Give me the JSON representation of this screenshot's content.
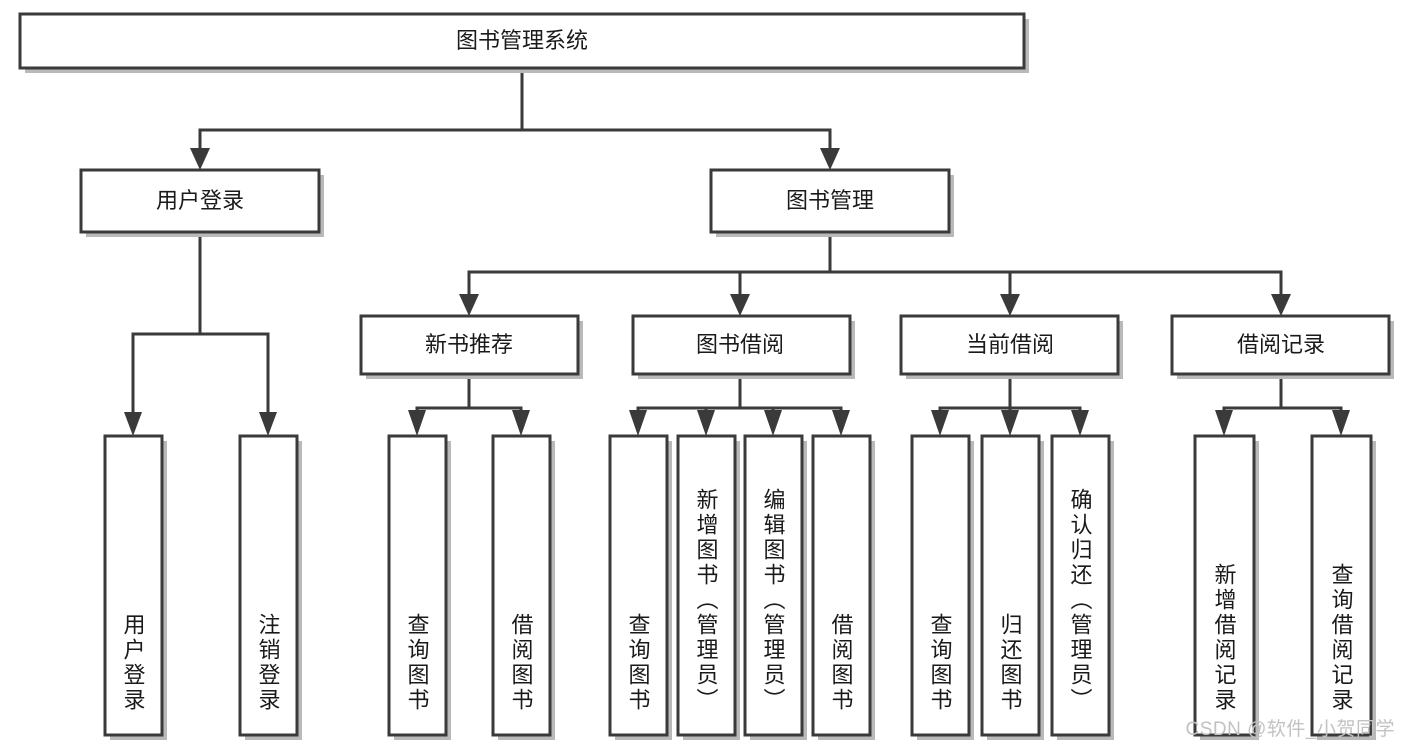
{
  "diagram": {
    "type": "hierarchy-tree",
    "title": "图书管理系统",
    "orientation": "top-down",
    "watermark": "CSDN @软件_小贺同学",
    "colors": {
      "stroke": "#3a3a3a",
      "fill": "#ffffff",
      "shadow": "#b9b9b9",
      "text": "#1a1a1a",
      "watermark": "#c2c2c2"
    },
    "root": {
      "label": "图书管理系统"
    },
    "level2": [
      {
        "label": "用户登录"
      },
      {
        "label": "图书管理"
      }
    ],
    "level3": [
      {
        "label": "新书推荐"
      },
      {
        "label": "图书借阅"
      },
      {
        "label": "当前借阅"
      },
      {
        "label": "借阅记录"
      }
    ],
    "leaves": {
      "user_login": [
        {
          "label": "用户登录"
        },
        {
          "label": "注销登录"
        }
      ],
      "new_book": [
        {
          "label": "查询图书"
        },
        {
          "label": "借阅图书"
        }
      ],
      "book_borrow": [
        {
          "label": "查询图书"
        },
        {
          "label": "新增图书（管理员）"
        },
        {
          "label": "编辑图书（管理员）"
        },
        {
          "label": "借阅图书"
        }
      ],
      "current_borrow": [
        {
          "label": "查询图书"
        },
        {
          "label": "归还图书"
        },
        {
          "label": "确认归还（管理员）"
        }
      ],
      "borrow_record": [
        {
          "label": "新增借阅记录"
        },
        {
          "label": "查询借阅记录"
        }
      ]
    }
  }
}
